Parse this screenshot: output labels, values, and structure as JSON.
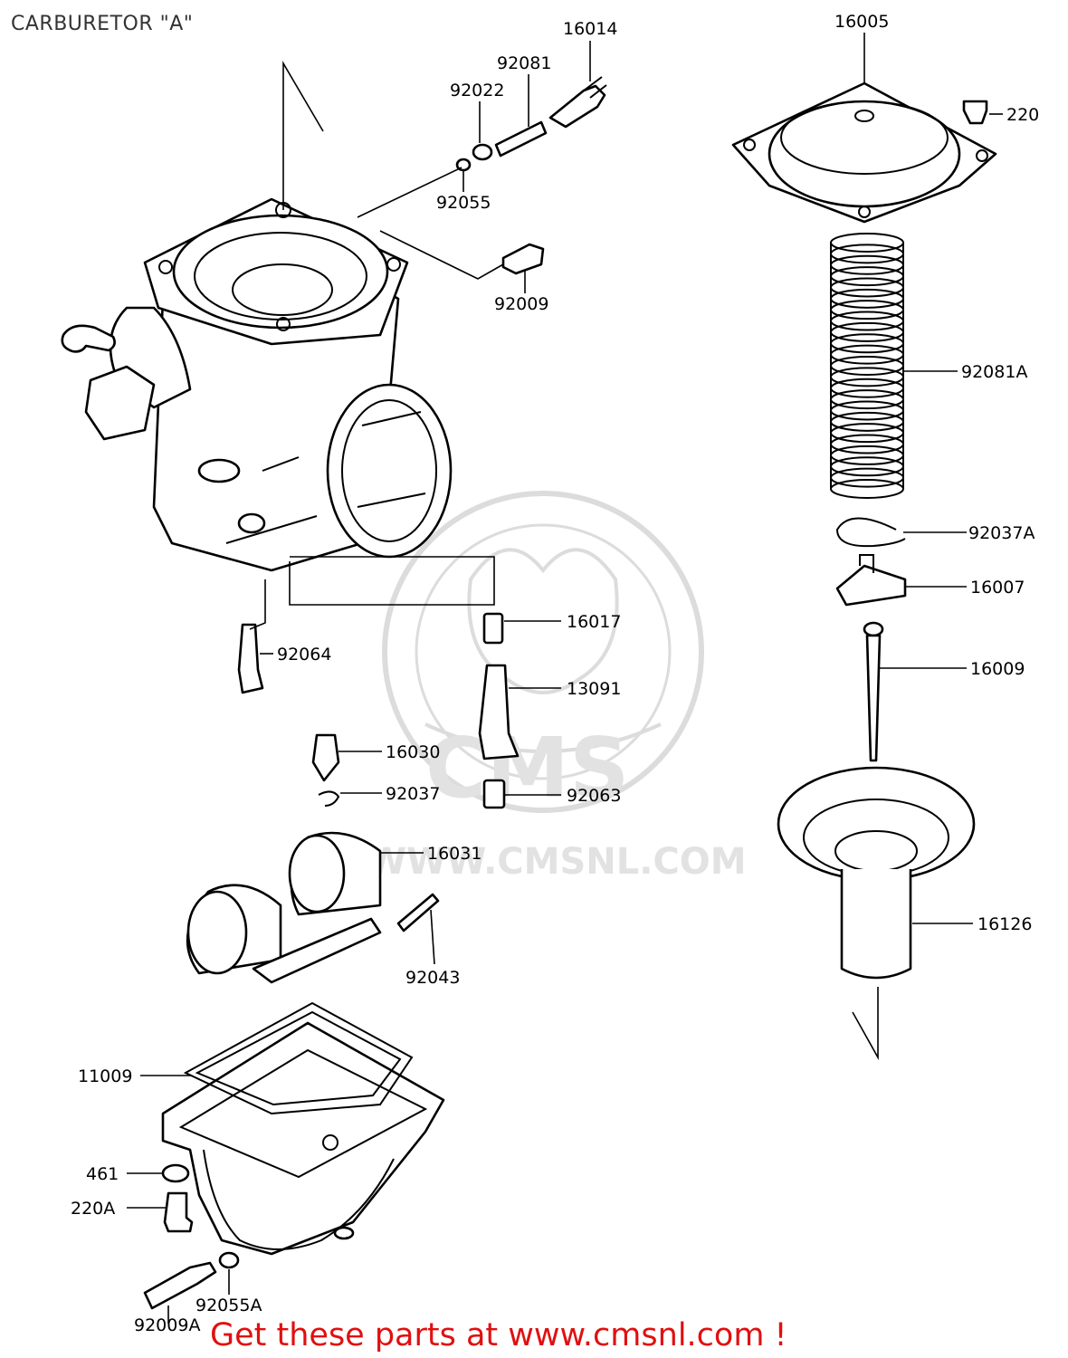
{
  "title": "CARBURETOR \"A\"",
  "footer": "Get these parts at www.cmsnl.com !",
  "watermark": {
    "logo": "CMS",
    "url": "WWW.CMSNL.COM"
  },
  "parts": {
    "p16014": "16014",
    "p92081": "92081",
    "p92022": "92022",
    "p92055": "92055",
    "p92009": "92009",
    "p16005": "16005",
    "p220": "220",
    "p92081A": "92081A",
    "p92037A": "92037A",
    "p16007": "16007",
    "p16009": "16009",
    "p16017": "16017",
    "p13091": "13091",
    "p92064": "92064",
    "p16030": "16030",
    "p92037": "92037",
    "p92063": "92063",
    "p16031": "16031",
    "p92043": "92043",
    "p16126": "16126",
    "p11009": "11009",
    "p461": "461",
    "p220A": "220A",
    "p92055A": "92055A",
    "p92009A": "92009A"
  }
}
